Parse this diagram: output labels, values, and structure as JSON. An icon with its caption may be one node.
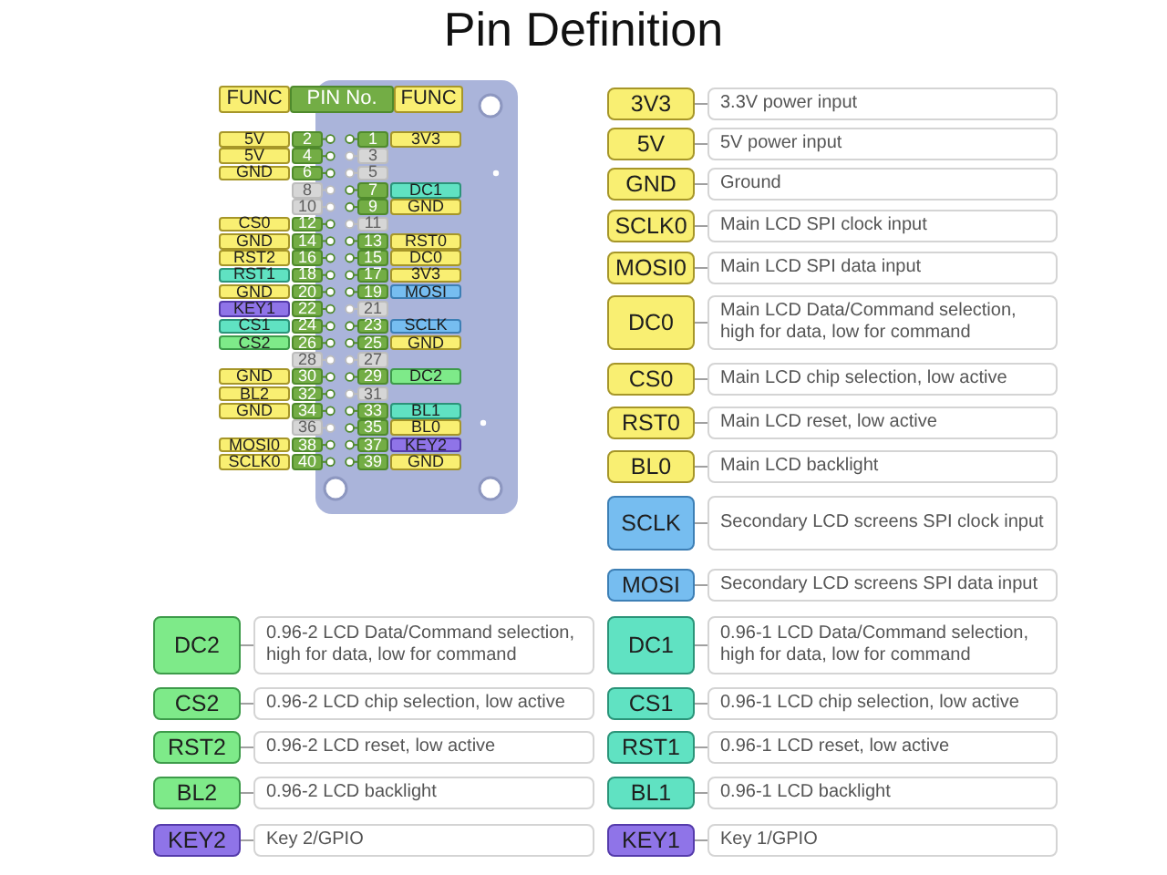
{
  "diagram": {
    "title": "Pin Definition",
    "nodes": [
      {
        "text": [
          "FUNC"
        ]
      },
      {
        "text": [
          "PIN No."
        ]
      },
      {
        "text": [
          "FUNC"
        ]
      },
      {
        "text": [
          "5V"
        ]
      },
      {
        "text": [
          "2"
        ]
      },
      {
        "text": [
          "1"
        ]
      },
      {
        "text": [
          "3V3"
        ]
      },
      {
        "text": [
          "5V"
        ]
      },
      {
        "text": [
          "4"
        ]
      },
      {
        "text": [
          "3"
        ]
      },
      {
        "text": [
          "GND"
        ]
      },
      {
        "text": [
          "6"
        ]
      },
      {
        "text": [
          "5"
        ]
      },
      {
        "text": [
          "8"
        ]
      },
      {
        "text": [
          "7"
        ]
      },
      {
        "text": [
          "DC1"
        ]
      },
      {
        "text": [
          "10"
        ]
      },
      {
        "text": [
          "9"
        ]
      },
      {
        "text": [
          "GND"
        ]
      },
      {
        "text": [
          "CS0"
        ]
      },
      {
        "text": [
          "12"
        ]
      },
      {
        "text": [
          "11"
        ]
      },
      {
        "text": [
          "GND"
        ]
      },
      {
        "text": [
          "14"
        ]
      },
      {
        "text": [
          "13"
        ]
      },
      {
        "text": [
          "RST0"
        ]
      },
      {
        "text": [
          "RST2"
        ]
      },
      {
        "text": [
          "16"
        ]
      },
      {
        "text": [
          "15"
        ]
      },
      {
        "text": [
          "DC0"
        ]
      },
      {
        "text": [
          "RST1"
        ]
      },
      {
        "text": [
          "18"
        ]
      },
      {
        "text": [
          "17"
        ]
      },
      {
        "text": [
          "3V3"
        ]
      },
      {
        "text": [
          "GND"
        ]
      },
      {
        "text": [
          "20"
        ]
      },
      {
        "text": [
          "19"
        ]
      },
      {
        "text": [
          "MOSI"
        ]
      },
      {
        "text": [
          "KEY1"
        ]
      },
      {
        "text": [
          "22"
        ]
      },
      {
        "text": [
          "21"
        ]
      },
      {
        "text": [
          "CS1"
        ]
      },
      {
        "text": [
          "24"
        ]
      },
      {
        "text": [
          "23"
        ]
      },
      {
        "text": [
          "SCLK"
        ]
      },
      {
        "text": [
          "CS2"
        ]
      },
      {
        "text": [
          "26"
        ]
      },
      {
        "text": [
          "25"
        ]
      },
      {
        "text": [
          "GND"
        ]
      },
      {
        "text": [
          "28"
        ]
      },
      {
        "text": [
          "27"
        ]
      },
      {
        "text": [
          "GND"
        ]
      },
      {
        "text": [
          "30"
        ]
      },
      {
        "text": [
          "29"
        ]
      },
      {
        "text": [
          "DC2"
        ]
      },
      {
        "text": [
          "BL2"
        ]
      },
      {
        "text": [
          "32"
        ]
      },
      {
        "text": [
          "31"
        ]
      },
      {
        "text": [
          "GND"
        ]
      },
      {
        "text": [
          "34"
        ]
      },
      {
        "text": [
          "33"
        ]
      },
      {
        "text": [
          "BL1"
        ]
      },
      {
        "text": [
          "36"
        ]
      },
      {
        "text": [
          "35"
        ]
      },
      {
        "text": [
          "BL0"
        ]
      },
      {
        "text": [
          "MOSI0"
        ]
      },
      {
        "text": [
          "38"
        ]
      },
      {
        "text": [
          "37"
        ]
      },
      {
        "text": [
          "KEY2"
        ]
      },
      {
        "text": [
          "SCLK0"
        ]
      },
      {
        "text": [
          "40"
        ]
      },
      {
        "text": [
          "39"
        ]
      },
      {
        "text": [
          "GND"
        ]
      },
      {
        "text": [
          "3V3"
        ]
      },
      {
        "text": [
          "3.3V power input"
        ]
      },
      {
        "text": [
          "5V"
        ]
      },
      {
        "text": [
          "5V power input"
        ]
      },
      {
        "text": [
          "GND"
        ]
      },
      {
        "text": [
          "Ground"
        ]
      },
      {
        "text": [
          "SCLK0"
        ]
      },
      {
        "text": [
          "Main LCD SPI clock input"
        ]
      },
      {
        "text": [
          "MOSI0"
        ]
      },
      {
        "text": [
          "Main LCD SPI data input"
        ]
      },
      {
        "text": [
          "DC0"
        ]
      },
      {
        "text": [
          "Main LCD Data/Command selection, high for data, low for command"
        ]
      },
      {
        "text": [
          "CS0"
        ]
      },
      {
        "text": [
          "Main LCD chip selection, low active"
        ]
      },
      {
        "text": [
          "RST0"
        ]
      },
      {
        "text": [
          "Main LCD reset, low active"
        ]
      },
      {
        "text": [
          "BL0"
        ]
      },
      {
        "text": [
          "Main LCD backlight"
        ]
      },
      {
        "text": [
          "SCLK"
        ]
      },
      {
        "text": [
          "Secondary LCD screens SPI clock input"
        ]
      },
      {
        "text": [
          "MOSI"
        ]
      },
      {
        "text": [
          "Secondary LCD screens SPI data input"
        ]
      },
      {
        "text": [
          "DC2"
        ]
      },
      {
        "text": [
          "0.96-2 LCD Data/Command selection, high for data, low for command"
        ]
      },
      {
        "text": [
          "DC1"
        ]
      },
      {
        "text": [
          "0.96-1 LCD Data/Command selection, high for data, low for command"
        ]
      },
      {
        "text": [
          "CS2"
        ]
      },
      {
        "text": [
          "0.96-2 LCD chip selection, low active"
        ]
      },
      {
        "text": [
          "CS1"
        ]
      },
      {
        "text": [
          "0.96-1 LCD chip selection, low active"
        ]
      },
      {
        "text": [
          "RST2"
        ]
      },
      {
        "text": [
          "0.96-2 LCD reset, low active"
        ]
      },
      {
        "text": [
          "RST1"
        ]
      },
      {
        "text": [
          "0.96-1 LCD reset, low active"
        ]
      },
      {
        "text": [
          "BL2"
        ]
      },
      {
        "text": [
          "0.96-2 LCD backlight"
        ]
      },
      {
        "text": [
          "BL1"
        ]
      },
      {
        "text": [
          "0.96-1 LCD backlight"
        ]
      },
      {
        "text": [
          "KEY2"
        ]
      },
      {
        "text": [
          "Key 2/GPIO"
        ]
      },
      {
        "text": [
          "KEY1"
        ]
      },
      {
        "text": [
          "Key 1/GPIO"
        ]
      }
    ],
    "edges": [
      {
        "from": 73,
        "to": 74,
        "arrow": "none"
      },
      {
        "from": 75,
        "to": 76,
        "arrow": "none"
      },
      {
        "from": 77,
        "to": 78,
        "arrow": "none"
      },
      {
        "from": 79,
        "to": 80,
        "arrow": "none"
      },
      {
        "from": 81,
        "to": 82,
        "arrow": "none"
      },
      {
        "from": 83,
        "to": 84,
        "arrow": "none"
      },
      {
        "from": 85,
        "to": 86,
        "arrow": "none"
      },
      {
        "from": 87,
        "to": 88,
        "arrow": "none"
      },
      {
        "from": 89,
        "to": 90,
        "arrow": "none"
      },
      {
        "from": 91,
        "to": 92,
        "arrow": "none"
      },
      {
        "from": 93,
        "to": 94,
        "arrow": "none"
      },
      {
        "from": 95,
        "to": 96,
        "arrow": "none"
      },
      {
        "from": 97,
        "to": 98,
        "arrow": "none"
      },
      {
        "from": 99,
        "to": 100,
        "arrow": "none"
      },
      {
        "from": 101,
        "to": 102,
        "arrow": "none"
      },
      {
        "from": 103,
        "to": 104,
        "arrow": "none"
      },
      {
        "from": 105,
        "to": 106,
        "arrow": "none"
      },
      {
        "from": 107,
        "to": 108,
        "arrow": "none"
      },
      {
        "from": 109,
        "to": 110,
        "arrow": "none"
      },
      {
        "from": 111,
        "to": 112,
        "arrow": "none"
      },
      {
        "from": 113,
        "to": 114,
        "arrow": "none"
      }
    ]
  }
}
